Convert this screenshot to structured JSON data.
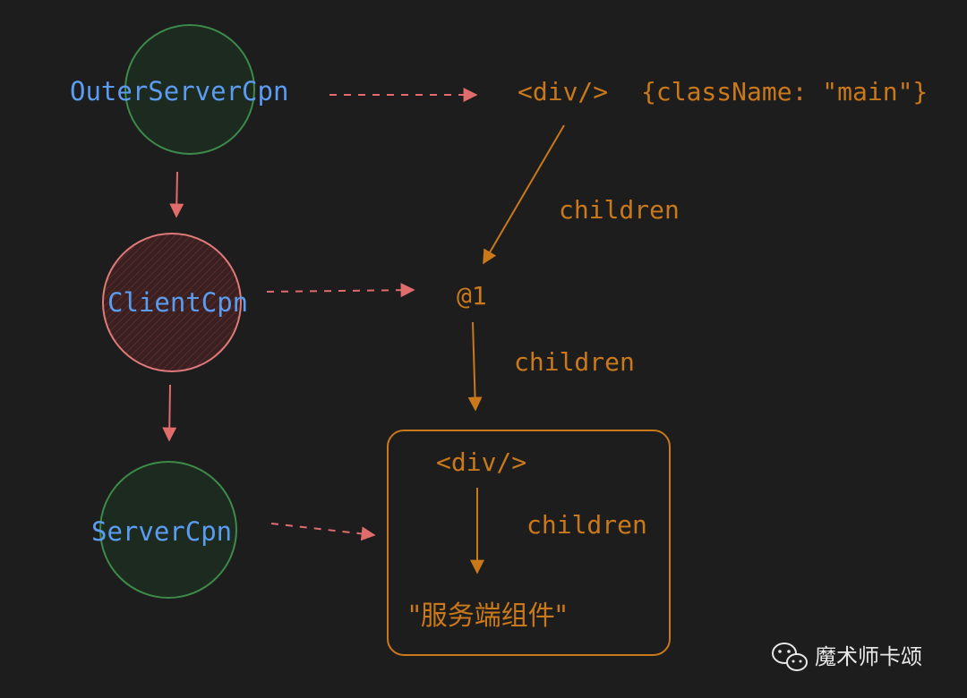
{
  "colors": {
    "background": "#1d1d1d",
    "node_label": "#5b9bf0",
    "server_node": "#3c8a4a",
    "client_node_stroke": "#e07a7a",
    "client_node_fill": "#4a2626",
    "arrow_red": "#e06c6c",
    "orange": "#c9781a"
  },
  "nodes": {
    "outer": {
      "label": "OuterServerCpn",
      "kind": "server"
    },
    "client": {
      "label": "ClientCpn",
      "kind": "client"
    },
    "server": {
      "label": "ServerCpn",
      "kind": "server"
    }
  },
  "tree": {
    "root_tag": "<div/>",
    "root_props": "{className: \"main\"}",
    "ref": "@1",
    "inner_tag": "<div/>",
    "leaf_text": "\"服务端组件\"",
    "edge_label_1": "children",
    "edge_label_2": "children",
    "edge_label_3": "children"
  },
  "watermark": {
    "icon": "wechat-icon",
    "text": "魔术师卡颂"
  }
}
